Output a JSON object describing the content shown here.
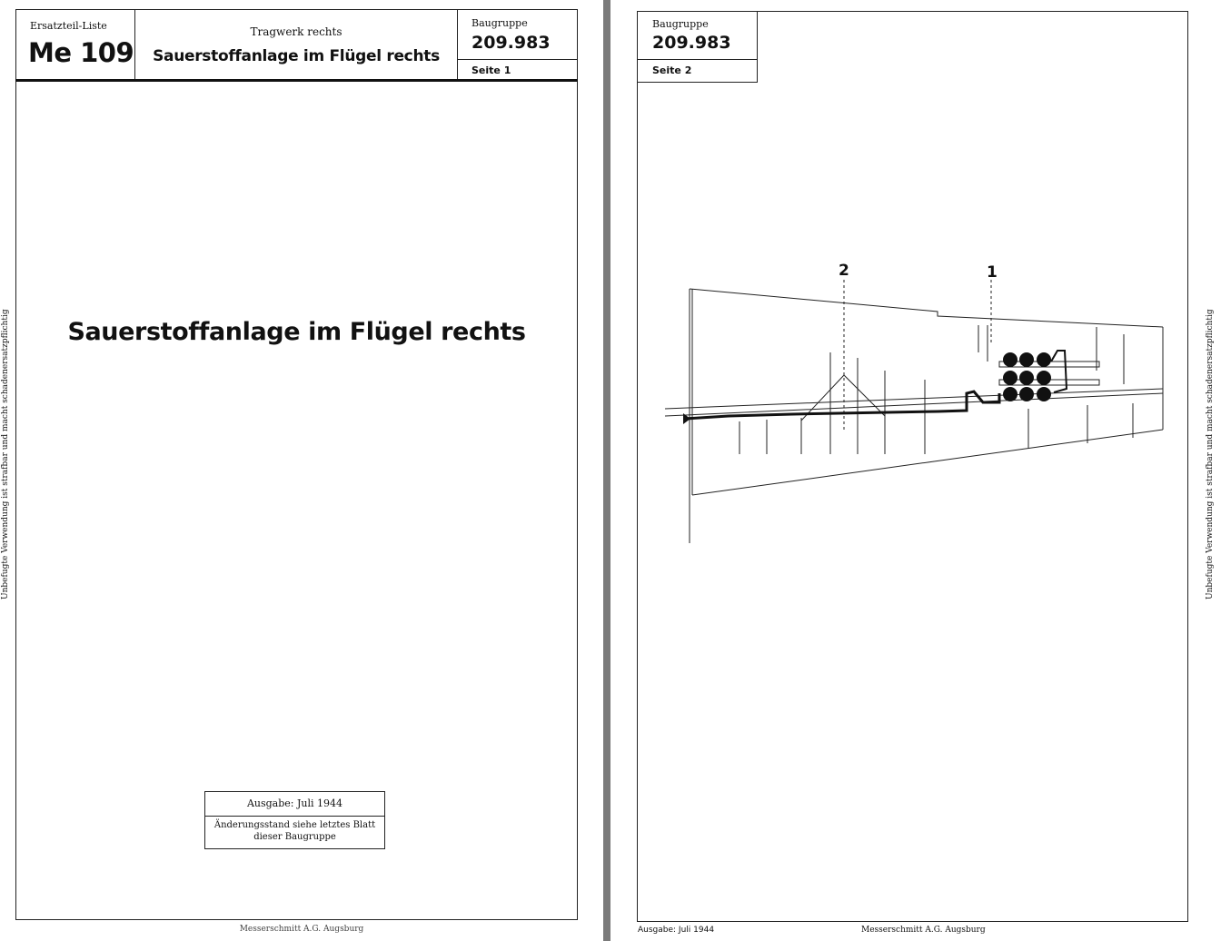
{
  "left_page": {
    "header": {
      "list_label": "Ersatzteil-Liste",
      "aircraft": "Me 109",
      "section_label": "Tragwerk rechts",
      "section_title": "Sauerstoffanlage im Flügel rechts",
      "group_label": "Baugruppe",
      "group_number": "209.983",
      "page_label": "Seite 1"
    },
    "main_title": "Sauerstoffanlage im Flügel rechts",
    "issue_box": {
      "issue": "Ausgabe:  Juli 1944",
      "revision_line1": "Änderungsstand siehe letztes Blatt",
      "revision_line2": "dieser Baugruppe"
    },
    "side_note": "Unbefugte Verwendung ist strafbar und macht schadenersatzpflichtig",
    "footer": "Messerschmitt A.G. Augsburg"
  },
  "right_page": {
    "header": {
      "group_label": "Baugruppe",
      "group_number": "209.983",
      "page_label": "Seite 2"
    },
    "drawing": {
      "callouts": [
        "2",
        "1"
      ]
    },
    "side_note": "Unbefugte Verwendung ist strafbar und macht schadenersatzpflichtig",
    "footer_issue": "Ausgabe:  Juli 1944",
    "footer_company": "Messerschmitt A.G. Augsburg"
  }
}
